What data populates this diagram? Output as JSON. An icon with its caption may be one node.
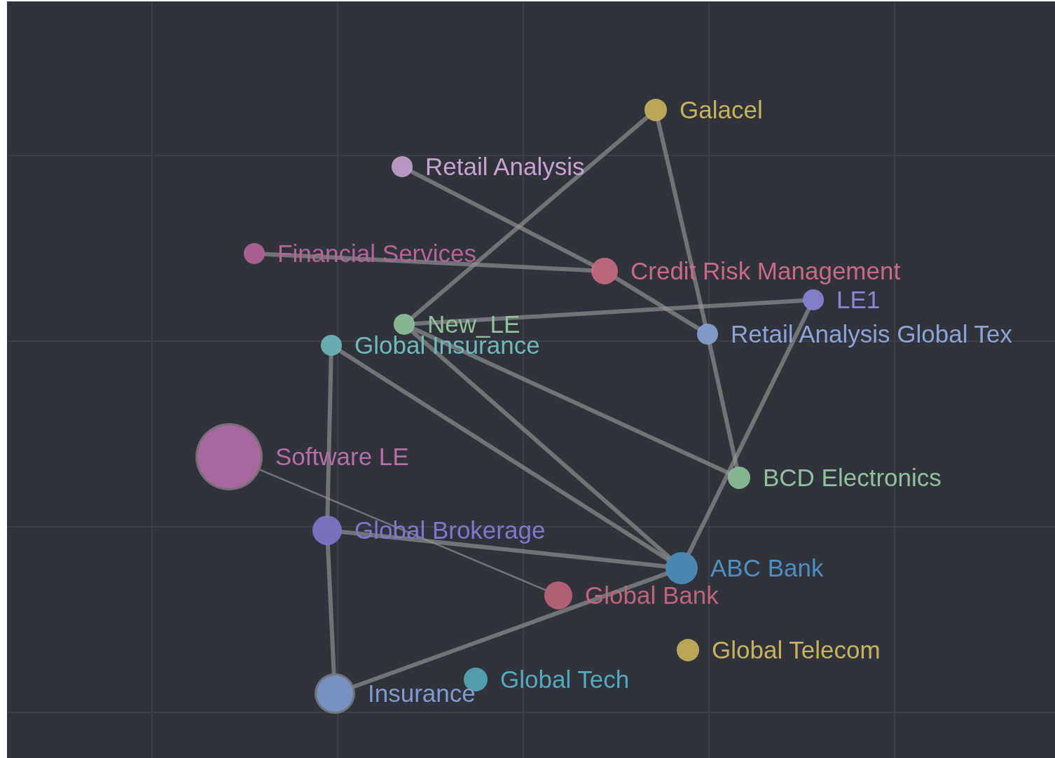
{
  "diagram": {
    "nodes": [
      {
        "text": [
          "Galacel"
        ]
      },
      {
        "text": [
          "Retail Analysis"
        ]
      },
      {
        "text": [
          "Financial Services"
        ]
      },
      {
        "text": [
          "Credit Risk Management"
        ]
      },
      {
        "text": [
          "LE1"
        ]
      },
      {
        "text": [
          "New_LE"
        ]
      },
      {
        "text": [
          "Global Insurance"
        ]
      },
      {
        "text": [
          "Retail Analysis Global Tex"
        ]
      },
      {
        "text": [
          "Software LE"
        ]
      },
      {
        "text": [
          "BCD Electronics"
        ]
      },
      {
        "text": [
          "Global Brokerage"
        ]
      },
      {
        "text": [
          "ABC Bank"
        ]
      },
      {
        "text": [
          "Global Bank"
        ]
      },
      {
        "text": [
          "Global Telecom"
        ]
      },
      {
        "text": [
          "Global Tech"
        ]
      },
      {
        "text": [
          "Insurance"
        ]
      }
    ],
    "edges": [
      {
        "from": 0,
        "to": 5,
        "arrow": "none"
      },
      {
        "from": 0,
        "to": 7,
        "arrow": "none"
      },
      {
        "from": 7,
        "to": 9,
        "arrow": "none"
      },
      {
        "from": 1,
        "to": 3,
        "arrow": "none"
      },
      {
        "from": 3,
        "to": 7,
        "arrow": "none"
      },
      {
        "from": 2,
        "to": 3,
        "arrow": "none"
      },
      {
        "from": 5,
        "to": 4,
        "arrow": "none"
      },
      {
        "from": 5,
        "to": 9,
        "arrow": "none"
      },
      {
        "from": 5,
        "to": 11,
        "arrow": "none"
      },
      {
        "from": 6,
        "to": 11,
        "arrow": "none"
      },
      {
        "from": 6,
        "to": 10,
        "arrow": "none"
      },
      {
        "from": 10,
        "to": 15,
        "arrow": "none"
      },
      {
        "from": 4,
        "to": 11,
        "arrow": "none"
      },
      {
        "from": 8,
        "to": 12,
        "arrow": "none"
      },
      {
        "from": 10,
        "to": 11,
        "arrow": "none"
      },
      {
        "from": 15,
        "to": 11,
        "arrow": "none"
      }
    ]
  }
}
